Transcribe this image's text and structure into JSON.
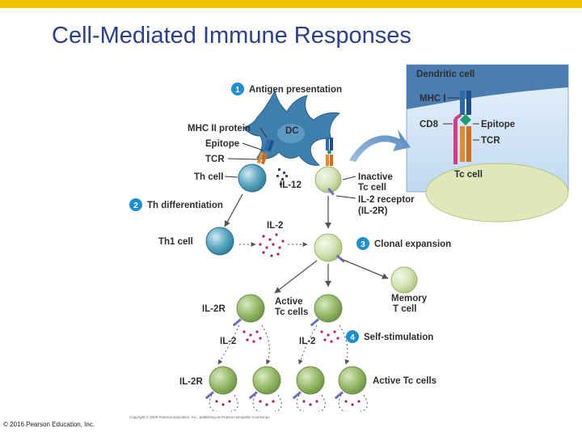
{
  "slide": {
    "title": "Cell-Mediated Immune Responses",
    "copyright": "© 2016 Pearson Education, Inc.",
    "figure_credit": "Copyright © 2009 Pearson Education, Inc., publishing as Pearson Benjamin Cummings"
  },
  "steps": [
    {
      "num": "1",
      "label": "Antigen presentation"
    },
    {
      "num": "2",
      "label": "Th differentiation"
    },
    {
      "num": "3",
      "label": "Clonal expansion"
    },
    {
      "num": "4",
      "label": "Self-stimulation"
    }
  ],
  "labels": {
    "mhc2": "MHC II protein",
    "epitope": "Epitope",
    "tcr": "TCR",
    "dc": "DC",
    "th_cell": "Th cell",
    "il12": "IL-12",
    "inactive_tc_1": "Inactive",
    "inactive_tc_2": "Tc cell",
    "il2r_1": "IL-2 receptor",
    "il2r_2": "(IL-2R)",
    "il2": "IL-2",
    "th1_cell": "Th1 cell",
    "active_tc_1": "Active",
    "active_tc_2": "Tc cells",
    "il2r_short": "IL-2R",
    "memory_1": "Memory",
    "memory_2": "T cell",
    "active_tc_cells": "Active Tc cells"
  },
  "inset": {
    "dendritic_cell": "Dendritic cell",
    "mhc1": "MHC I",
    "cd8": "CD8",
    "epitope": "Epitope",
    "tcr": "TCR",
    "tc_cell": "Tc cell"
  },
  "colors": {
    "title": "#2b3f8f",
    "top_bar": "#f2c200",
    "step_badge": "#1f8fd0",
    "th_cell": "#3b93b0",
    "tc_cell": "#b6cc86",
    "dc": "#3f7fae",
    "cytokine": "#c2185b"
  }
}
